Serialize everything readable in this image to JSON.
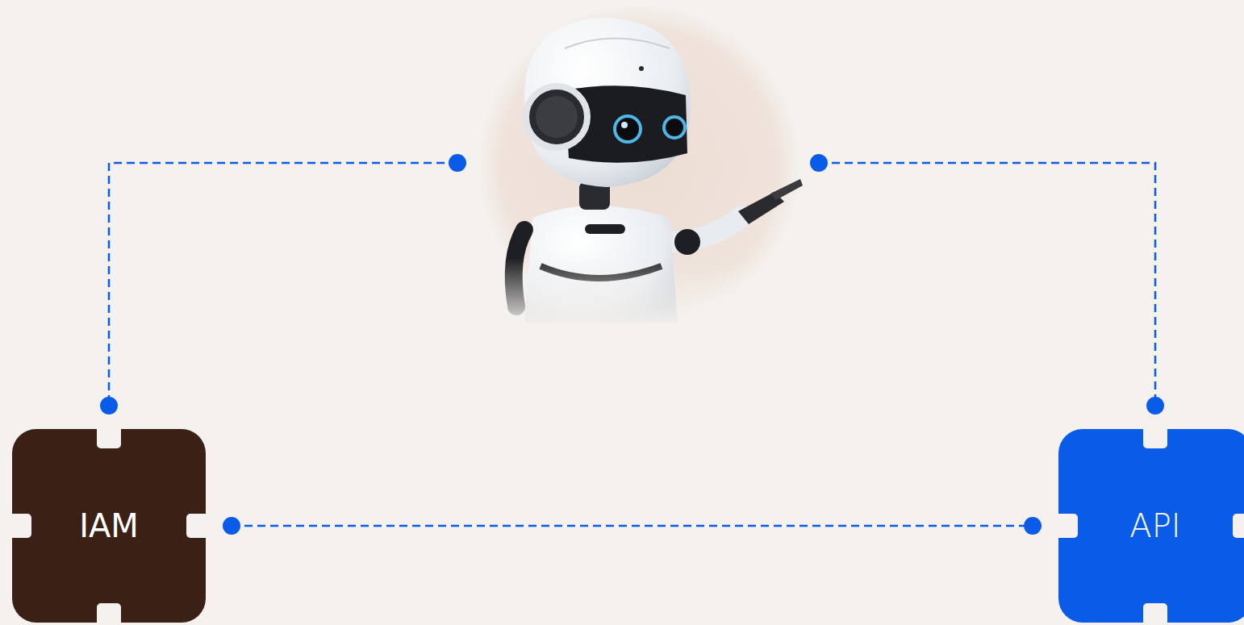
{
  "diagram": {
    "nodes": [
      {
        "text": [
          "IAM"
        ]
      },
      {
        "text": [
          "API"
        ]
      }
    ],
    "edges": [
      {
        "from": 0,
        "to": 1,
        "arrow": "none"
      }
    ]
  }
}
